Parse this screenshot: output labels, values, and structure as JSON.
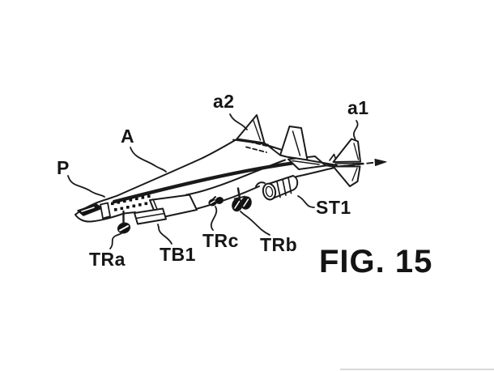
{
  "figure": {
    "caption": "FIG. 15",
    "part_labels": {
      "P": "P",
      "A": "A",
      "a2": "a2",
      "a1": "a1",
      "ST1": "ST1",
      "TRa": "TRa",
      "TB1": "TB1",
      "TRc": "TRc",
      "TRb": "TRb"
    },
    "colors": {
      "background": "#ffffff",
      "line": "#1a1a1a"
    }
  }
}
